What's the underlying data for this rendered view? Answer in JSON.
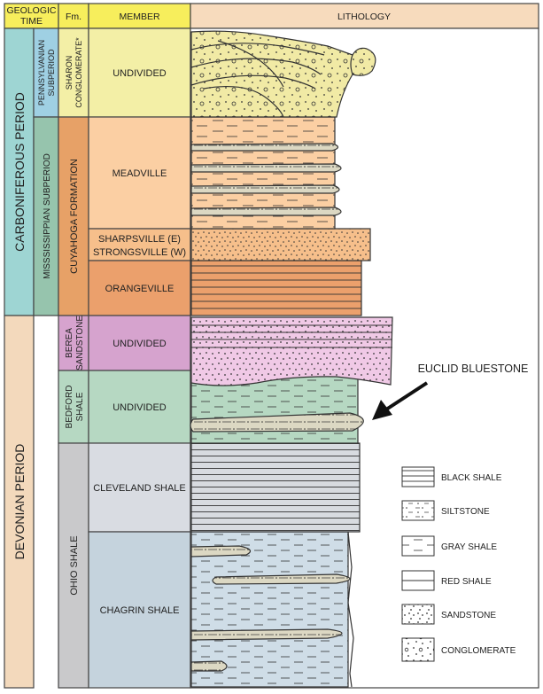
{
  "header": {
    "geologic_time": [
      "GEOLOGIC",
      "TIME"
    ],
    "formation": "Fm.",
    "member": "MEMBER",
    "lithology": "LITHOLOGY"
  },
  "periods": {
    "carboniferous": "CARBONIFEROUS PERIOD",
    "devonian": "DEVONIAN PERIOD"
  },
  "subperiods": {
    "pennsylvanian": [
      "PENNSYLVANIAN",
      "SUBPERIOD"
    ],
    "mississippian": "MISSSISSIPPIAN SUBPERIOD"
  },
  "formations": {
    "sharon": [
      "SHARON",
      "CONGLOMERATE*"
    ],
    "cuyahoga": "CUYAHOGA FORMATION",
    "berea": [
      "BEREA",
      "SANDSTONE"
    ],
    "bedford": [
      "BEDFORD",
      "SHALE"
    ],
    "ohio": "OHIO SHALE"
  },
  "members": {
    "sharon": "UNDIVIDED",
    "meadville": "MEADVILLE",
    "sharpsville_1": "SHARPSVILLE (E)",
    "sharpsville_2": "STRONGSVILLE (W)",
    "orangeville": "ORANGEVILLE",
    "berea": "UNDIVIDED",
    "bedford": "UNDIVIDED",
    "cleveland": "CLEVELAND SHALE",
    "chagrin": "CHAGRIN SHALE"
  },
  "callout": "EUCLID BLUESTONE",
  "legend": {
    "black_shale": "BLACK SHALE",
    "siltstone": "SILTSTONE",
    "gray_shale": "GRAY SHALE",
    "red_shale": "RED SHALE",
    "sandstone": "SANDSTONE",
    "conglomerate": "CONGLOMERATE"
  },
  "colors": {
    "carboniferous": "#9ed5d3",
    "devonian": "#f3d9bc",
    "pennsylvanian": "#9fd0e3",
    "mississippian": "#96c4ad",
    "sharon": "#f3efa6",
    "cuyahoga": "#e7a167",
    "berea": "#d6a3ce",
    "bedford": "#b6d8c2",
    "ohio": "#c9c9cb",
    "meadville": "#fbcfa3",
    "sharpsville": "#f6bf8b",
    "orangeville": "#eba06c",
    "cleveland": "#d9dce2",
    "chagrin": "#c5d3dd",
    "header": "#f7ee5c",
    "gray_shale_fill": "#cfdde7",
    "black_shale_fill": "#d8dbe0",
    "sandstone_fill": "#f0c9e6",
    "conglomerate_fill": "#f1eaa5",
    "siltstone_fill": "#dcd8c3",
    "red_shale_fill": "#f6b27c"
  }
}
